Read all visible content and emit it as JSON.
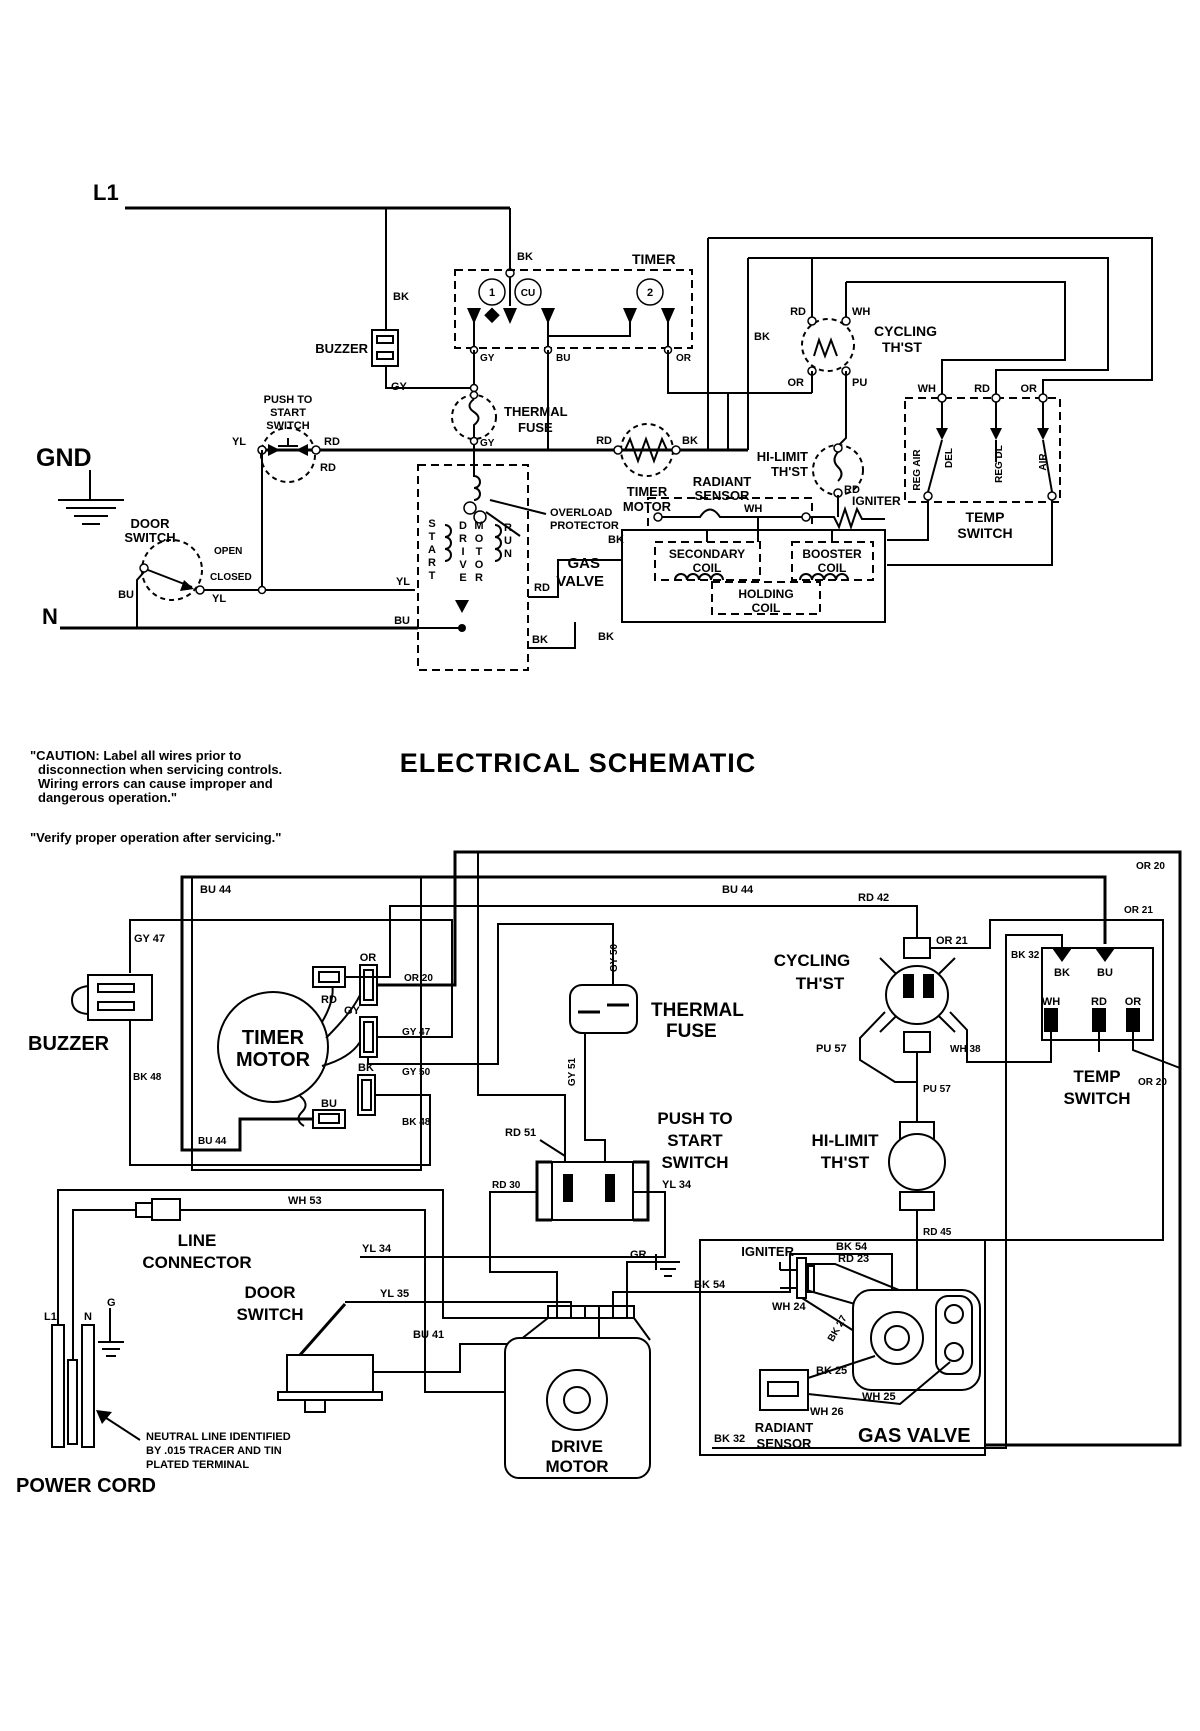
{
  "title": "ELECTRICAL SCHEMATIC",
  "caution": {
    "line1": "\"CAUTION: Label all wires prior to",
    "line2": "disconnection when servicing controls.",
    "line3": "Wiring errors can cause improper and",
    "line4": "dangerous operation.\"",
    "verify": "\"Verify proper operation after servicing.\""
  },
  "schematic": {
    "t": {
      "l1": "L1",
      "gnd": "GND",
      "n": "N",
      "buzzer": "BUZZER",
      "buzzer_bk": "BK",
      "buzzer_gy": "GY",
      "timer": "TIMER",
      "timer_bk": "BK",
      "c1": "1",
      "c2": "CU",
      "c3": "2",
      "timer_gy": "GY",
      "timer_bu": "BU",
      "timer_or": "OR",
      "thermal1": "THERMAL",
      "thermal2": "FUSE",
      "fuse_gy": "GY",
      "pts1": "PUSH TO",
      "pts2": "START",
      "pts3": "SWITCH",
      "pts_yl": "YL",
      "pts_rd1": "RD",
      "pts_rd2": "RD",
      "tm1": "TIMER",
      "tm2": "MOTOR",
      "tm_rd": "RD",
      "tm_bk": "BK",
      "door1": "DOOR",
      "door2": "SWITCH",
      "door_open": "OPEN",
      "door_closed": "CLOSED",
      "door_bu": "BU",
      "door_yl": "YL",
      "motor_start": "START",
      "motor_drive": "DRIVE",
      "motor_motor": "MOTOR",
      "motor_run": "RUN",
      "ol1": "OVERLOAD",
      "ol2": "PROTECTOR",
      "motor_yl": "YL",
      "motor_bu": "BU",
      "motor_rd": "RD",
      "motor_bk": "BK",
      "cyc1": "CYCLING",
      "cyc2": "TH'ST",
      "cyc_rd": "RD",
      "cyc_wh": "WH",
      "cyc_or": "OR",
      "cyc_pu": "PU",
      "right_bk": "BK",
      "hl1": "HI-LIMIT",
      "hl2": "TH'ST",
      "hl_rd": "RD",
      "igniter": "IGNITER",
      "rs1": "RADIANT",
      "rs2": "SENSOR",
      "gv1": "GAS",
      "gv2": "VALVE",
      "gv_bk_top": "BK",
      "gv_bk_bot": "BK",
      "gv_wh": "WH",
      "sc1": "SECONDARY",
      "sc2": "COIL",
      "bc1": "BOOSTER",
      "bc2": "COIL",
      "hc1": "HOLDING",
      "hc2": "COIL",
      "ts1": "TEMP",
      "ts2": "SWITCH",
      "ts_wh": "WH",
      "ts_rd": "RD",
      "ts_or": "OR",
      "ts_pos1": "REG AIR",
      "ts_pos2": "DEL",
      "ts_pos3": "REG DL",
      "ts_pos4": "AIR"
    }
  },
  "wiring": {
    "t": {
      "bu44_a": "BU 44",
      "bu44_b": "BU 44",
      "bu44_c": "BU 44",
      "or20_a": "OR 20",
      "or20_b": "OR 20",
      "or20_c": "OR 20",
      "or21_a": "OR 21",
      "or21_b": "OR 21",
      "gy47_a": "GY 47",
      "gy47_b": "GY 47",
      "gy50_a": "GY 50",
      "gy50_b": "GY 50",
      "gy51": "GY 51",
      "rd51": "RD 51",
      "bk48_a": "BK 48",
      "bk48_b": "BK 48",
      "buzzer": "BUZZER",
      "tm1": "TIMER",
      "tm2": "MOTOR",
      "t_rd": "RD",
      "t_or": "OR",
      "t_gy": "GY",
      "t_bk": "BK",
      "t_bu": "BU",
      "tf1": "THERMAL",
      "tf2": "FUSE",
      "cyc1": "CYCLING",
      "cyc2": "TH'ST",
      "rd42": "RD 42",
      "pu57_a": "PU 57",
      "pu57_b": "PU 57",
      "wh38": "WH 38",
      "ts1": "TEMP",
      "ts2": "SWITCH",
      "ts_bk": "BK",
      "ts_bu": "BU",
      "ts_wh": "WH",
      "ts_rd": "RD",
      "ts_or": "OR",
      "bk32_a": "BK 32",
      "bk32_b": "BK 32",
      "hl1": "HI-LIMIT",
      "hl2": "TH'ST",
      "rd45": "RD 45",
      "pts1": "PUSH TO",
      "pts2": "START",
      "pts3": "SWITCH",
      "rd30": "RD 30",
      "yl34_a": "YL 34",
      "yl34_b": "YL 34",
      "lc1": "LINE",
      "lc2": "CONNECTOR",
      "wh53": "WH 53",
      "ds1": "DOOR",
      "ds2": "SWITCH",
      "yl35": "YL 35",
      "bu41": "BU 41",
      "dm1": "DRIVE",
      "dm2": "MOTOR",
      "gr": "GR",
      "bk54_a": "BK 54",
      "bk54_b": "BK 54",
      "ign": "IGNITER",
      "rd23": "RD 23",
      "wh24": "WH 24",
      "bk27": "BK 27",
      "bk25": "BK 25",
      "wh26": "WH 26",
      "wh25": "WH 25",
      "rs1": "RADIANT",
      "rs2": "SENSOR",
      "gv": "GAS VALVE",
      "pc": "POWER CORD",
      "pc_l1": "L1",
      "pc_n": "N",
      "pc_g": "G",
      "note1": "NEUTRAL LINE IDENTIFIED",
      "note2": "BY .015 TRACER AND TIN",
      "note3": "PLATED TERMINAL"
    }
  }
}
